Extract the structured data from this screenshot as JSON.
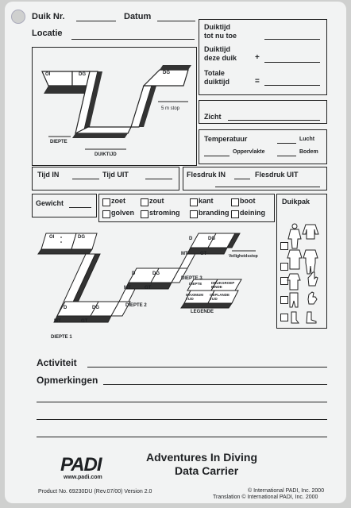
{
  "header": {
    "dive_no": "Duik Nr.",
    "date": "Datum",
    "location": "Locatie"
  },
  "times": {
    "until_now": [
      "Duiktijd",
      "tot nu toe"
    ],
    "this_dive": [
      "Duiktijd",
      "deze duik"
    ],
    "plus": "+",
    "total": [
      "Totale",
      "duiktijd"
    ],
    "equals": "="
  },
  "profile_top": {
    "oi": "OI",
    "dg1": "DG",
    "dg2": "DG",
    "stop": "5 m stop",
    "depth": "DIEPTE",
    "time": "DUIKTIJD"
  },
  "visibility": "Zicht",
  "temperature": {
    "label": "Temperatuur",
    "air": "Lucht",
    "surface": "Oppervlakte",
    "bottom": "Bodem"
  },
  "time_row": {
    "in": "Tijd  IN",
    "out": "Tijd  UIT"
  },
  "tank_row": {
    "in": "Flesdruk IN",
    "out": "Flesdruk UIT"
  },
  "weight": "Gewicht",
  "conditions": [
    "zoet",
    "zout",
    "kant",
    "boot",
    "golven",
    "stroming",
    "branding",
    "deining"
  ],
  "suit": {
    "label": "Duikpak"
  },
  "profile_bottom": {
    "oi": "OI",
    "dg": "DG",
    "d": "D",
    "mt": "MT",
    "gt": "GT",
    "safety": "Veiligheidsstop",
    "depth1": "DIEPTE 1",
    "depth2": "DIEPTE 2",
    "depth3": "DIEPTE 3",
    "legend_title": "LEGENDE",
    "legend": [
      "DIEPTE",
      "DRUKGROEP EINDE",
      "MAXIMUM TIJD",
      "GEPLANDE TIJD"
    ]
  },
  "activity": "Activiteit",
  "remarks": "Opmerkingen",
  "footer": {
    "logo": "PADI",
    "web": "www.padi.com",
    "title1": "Adventures In Diving",
    "title2": "Data Carrier",
    "product": "Product No. 69230DU (Rev.07/00) Version 2.0",
    "copyright": "© International PADI, Inc. 2000",
    "translation": "Translation  © International PADI, Inc. 2000"
  }
}
